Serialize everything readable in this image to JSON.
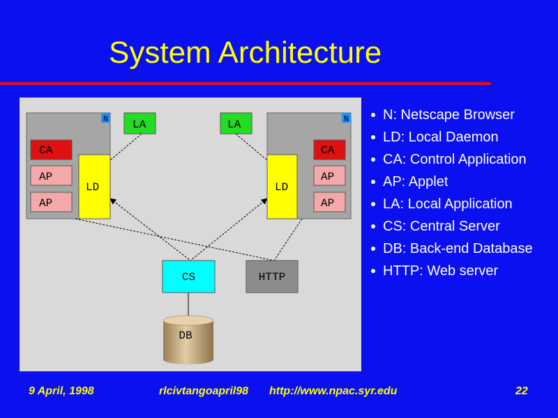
{
  "slide": {
    "title": "System Architecture",
    "legend": [
      "N: Netscape Browser",
      "LD: Local Daemon",
      "CA: Control Application",
      "AP: Applet",
      "LA: Local Application",
      "CS: Central Server",
      "DB: Back-end Database",
      "HTTP: Web server"
    ],
    "footer": {
      "date": "9 April, 1998",
      "doc_id": "rlcivtangoapril98",
      "url": "http://www.npac.syr.edu",
      "page": "22"
    }
  },
  "diagram": {
    "netscape_badge": "N",
    "ca": "CA",
    "ap": "AP",
    "ld": "LD",
    "la": "LA",
    "cs": "CS",
    "http": "HTTP",
    "db": "DB"
  },
  "colors": {
    "background": "#0a10f0",
    "title": "#ffff00",
    "rule": "#e01010",
    "diagram_background": "#d9d9d9",
    "browser_panel": "#a6a6a6",
    "ca": "#e01010",
    "ap": "#f4a8a8",
    "ld": "#ffff00",
    "la": "#22dd22",
    "cs": "#00ffff",
    "http": "#8c8c8c",
    "db": "#c9ad7e",
    "badge": "#1e90ff"
  }
}
